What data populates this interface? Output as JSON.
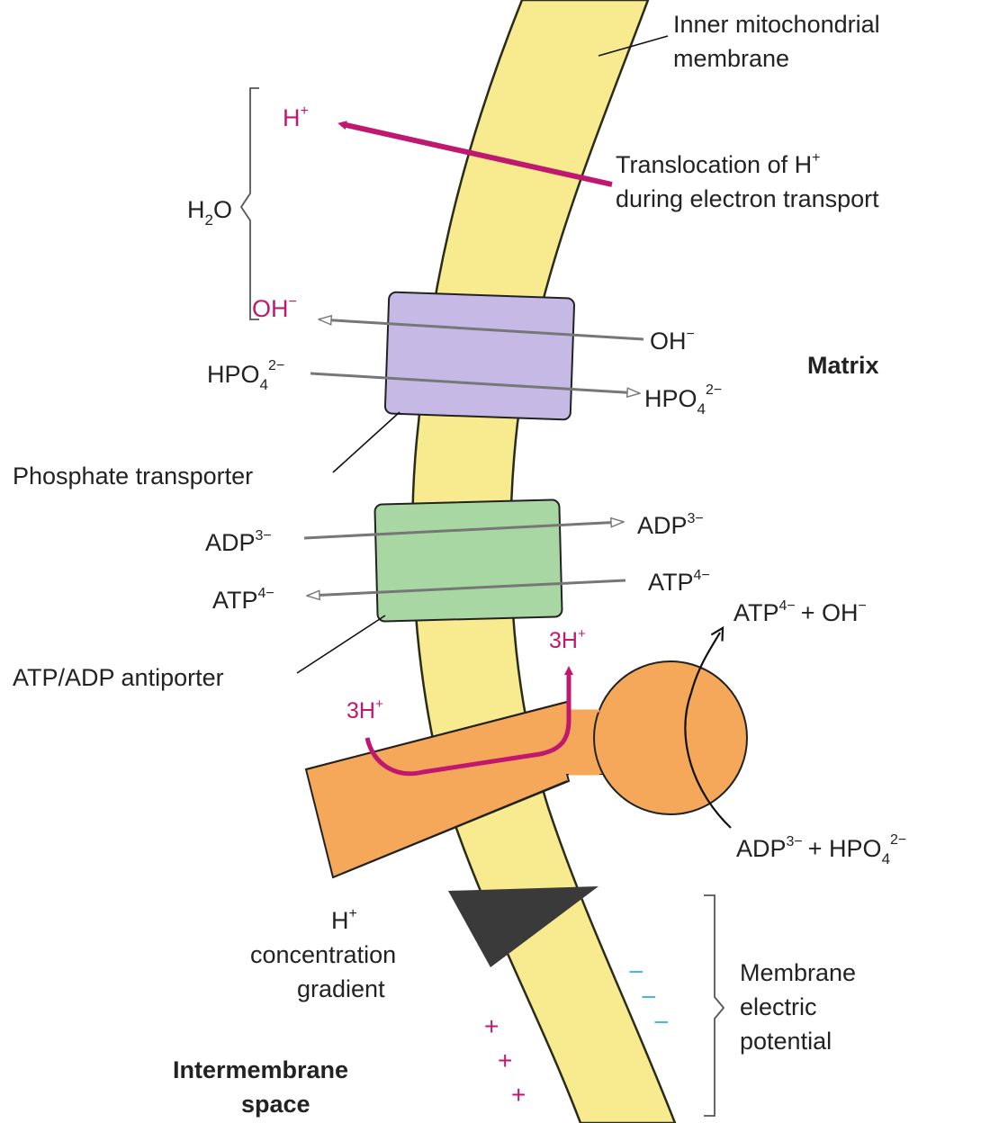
{
  "colors": {
    "membrane": "#f7ea8f",
    "membrane_edge": "#2b2b1a",
    "proton": "#c0186e",
    "phosphate_transporter": "#c6b9e6",
    "antiporter": "#a9d7a3",
    "atp_synthase": "#f5a859",
    "gradient_wedge": "#3a3a3a",
    "minus": "#4fb7d8",
    "plus": "#c0186e"
  },
  "labels": {
    "inner_membrane_line1": "Inner mitochondrial",
    "inner_membrane_line2": "membrane",
    "h_plus": "H",
    "translocation_line1": "Translocation of H",
    "translocation_line2": "during electron transport",
    "h2o": "H",
    "h2o_sub": "2",
    "h2o_o": "O",
    "oh_left": "OH",
    "oh_right": "OH",
    "hpo4_left": "HPO",
    "hpo4_right": "HPO",
    "matrix": "Matrix",
    "phosphate_transporter": "Phosphate transporter",
    "adp_left": "ADP",
    "adp_right": "ADP",
    "atp_left": "ATP",
    "atp_right": "ATP",
    "atp_oh_product_atp": "ATP",
    "atp_oh_product_plus": "+ OH",
    "antiporter": "ATP/ADP antiporter",
    "three_h_top": "3H",
    "three_h_left": "3H",
    "adp_hpo4_adp": "ADP",
    "adp_hpo4_plus": "+ HPO",
    "gradient_h": "H",
    "gradient_line1": "concentration",
    "gradient_line2": "gradient",
    "potential_line1": "Membrane",
    "potential_line2": "electric",
    "potential_line3": "potential",
    "intermembrane_line1": "Intermembrane",
    "intermembrane_line2": "space",
    "sup_plus": "+",
    "sup_minus": "−",
    "sup_2minus": "2−",
    "sup_3minus": "3−",
    "sup_4minus": "4−",
    "sub_4": "4"
  },
  "charges": {
    "minus_signs": [
      "−",
      "−",
      "−"
    ],
    "plus_signs": [
      "+",
      "+",
      "+"
    ]
  }
}
